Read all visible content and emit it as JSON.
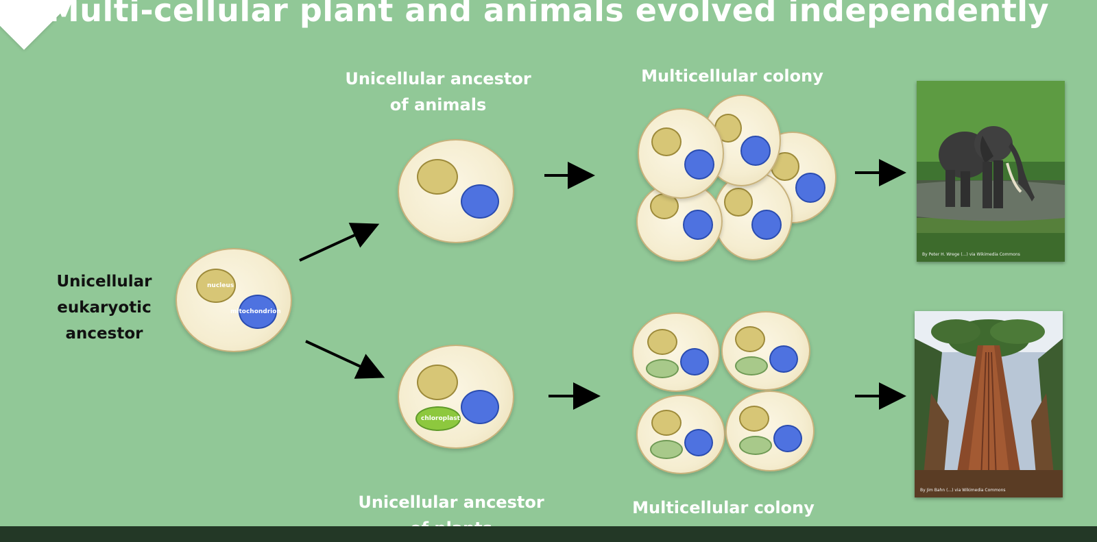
{
  "title": "Multi-cellular plant and animals evolved independently",
  "labels": {
    "ancestor_line1": "Unicellular",
    "ancestor_line2": "eukaryotic",
    "ancestor_line3": "ancestor",
    "animals_ancestor_line1": "Unicellular  ancestor",
    "animals_ancestor_line2": "of animals",
    "plants_ancestor_line1": "Unicellular  ancestor",
    "plants_ancestor_line2": "of plants",
    "colony_top": "Multicellular colony",
    "colony_bottom": "Multicellular colony"
  },
  "organelles": {
    "nucleus": "nucleus",
    "mitochondrion": "mitochondrion",
    "chloroplast": "chloroplast"
  },
  "photos": {
    "elephant_credit": "By Peter H. Wrege (...) via Wikimedia Commons",
    "sequoia_credit": "By Jim Bahn (...) via Wikimedia Commons"
  },
  "colors": {
    "background": "#91c897",
    "cell": "#f5edd0",
    "nucleus": "#d7c676",
    "mitochondrion": "#4e72e0",
    "chloroplast": "#a8c98a"
  }
}
